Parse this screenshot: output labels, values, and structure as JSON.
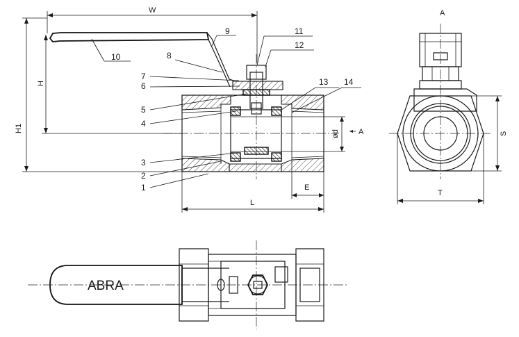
{
  "dimensions": {
    "w": "W",
    "h": "H",
    "h1": "H1",
    "l": "L",
    "e": "E",
    "od": "ød",
    "a_arrow": "A",
    "a_view": "A",
    "s": "S",
    "t": "T"
  },
  "part_numbers": [
    "1",
    "2",
    "3",
    "4",
    "5",
    "6",
    "7",
    "8",
    "9",
    "10",
    "11",
    "12",
    "13",
    "14"
  ],
  "handle_text": "ABRA"
}
